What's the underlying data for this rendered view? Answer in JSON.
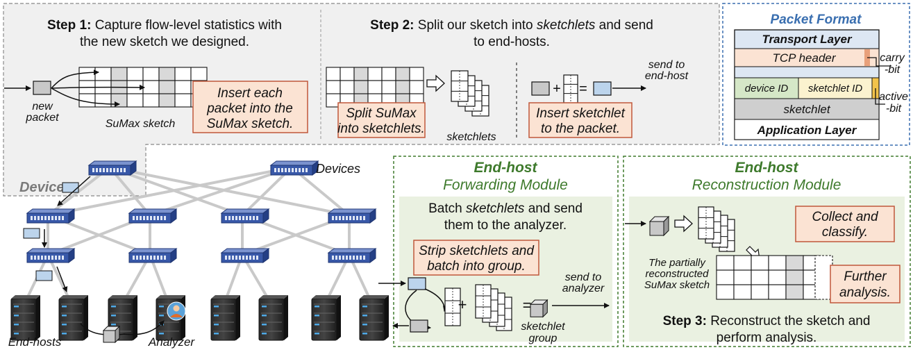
{
  "device_box": {
    "step1": {
      "label": "Step 1:",
      "line1": "Capture flow-level statistics with",
      "line2": "the new sketch we designed."
    },
    "step2": {
      "label": "Step 2:",
      "line1a": "Split our sketch into ",
      "line1b": "sketchlets",
      "line1c": " and send",
      "line2": "to end-hosts."
    },
    "new_packet": [
      "new",
      "packet"
    ],
    "sumax_sketch": "SuMax sketch",
    "insert_callout": [
      "Insert each",
      "packet into the",
      "SuMax sketch."
    ],
    "split_callout": [
      "Split SuMax",
      "into sketchlets."
    ],
    "sketchlets_label": "sketchlets",
    "send_to_endhost": [
      "send to",
      "end-host"
    ],
    "insert_sketchlet_callout": [
      "Insert sketchlet",
      "to the packet."
    ],
    "plus": "+",
    "equals": "=",
    "device_label": "Device"
  },
  "packet_format": {
    "title": "Packet Format",
    "transport": "Transport Layer",
    "tcp_header": "TCP header",
    "device_id": "device ID",
    "sketchlet_id": "sketchlet ID",
    "sketchlet": "sketchlet",
    "application": "Application Layer",
    "carry_bit": [
      "carry",
      "-bit"
    ],
    "active_bit": [
      "active",
      "-bit"
    ]
  },
  "network": {
    "devices_label": "Devices",
    "endhosts_label": "End-hosts",
    "analyzer_label": "Analyzer"
  },
  "forwarding": {
    "title": "End-host",
    "subtitle": "Forwarding Module",
    "text1a": "Batch ",
    "text1b": "sketchlets",
    "text1c": " and send",
    "text2": "them to the analyzer.",
    "strip_callout": [
      "Strip sketchlets and",
      "batch into group."
    ],
    "send_to_analyzer": [
      "send to",
      "analyzer"
    ],
    "sketchlet_group": [
      "sketchlet",
      "group"
    ],
    "plus": "+",
    "equals": "="
  },
  "reconstruction": {
    "title": "End-host",
    "subtitle": "Reconstruction Module",
    "collect_callout": [
      "Collect and",
      "classify."
    ],
    "partial_label": [
      "The partially",
      "reconstructed",
      "SuMax sketch"
    ],
    "further_callout": [
      "Further",
      "analysis."
    ],
    "step3_label": "Step 3:",
    "step3_line1": " Reconstruct the sketch and",
    "step3_line2": "perform analysis."
  },
  "colors": {
    "panel_gray": "#f0f0f0",
    "panel_green": "#eaf1e1",
    "callout_fill": "#fbe3d3",
    "callout_stroke": "#c0573a",
    "title_blue": "#3a6fb0",
    "title_green": "#3e7a2c",
    "switch_blue": "#3858a8",
    "packet_blue": "#bcd4ec"
  }
}
